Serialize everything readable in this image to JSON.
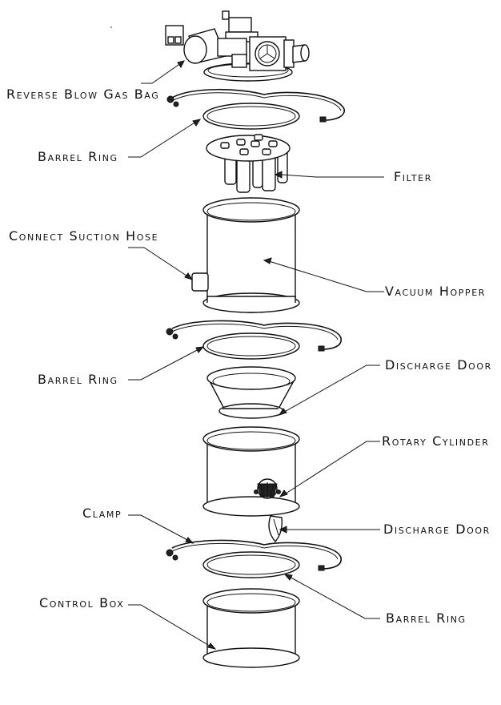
{
  "diagram": {
    "title": "",
    "labels": {
      "reverse_blow_gas_bag": "Reverse Blow Gas Bag",
      "barrel_ring_1": "Barrel Ring",
      "filter": "Filter",
      "connect_suction_hose": "Connect Suction Hose",
      "vacuum_hopper": "Vacuum Hopper",
      "barrel_ring_2": "Barrel Ring",
      "discharge_door_1": "Discharge Door",
      "rotary_cylinder": "Rotary Cylinder",
      "clamp": "Clamp",
      "discharge_door_2": "Discharge Door",
      "control_box": "Control Box",
      "barrel_ring_3": "Barrel Ring"
    },
    "parts_top_to_bottom": [
      "Valve assembly / Reverse Blow Gas Bag",
      "Clamp",
      "Barrel Ring",
      "Filter",
      "Vacuum Hopper",
      "Clamp",
      "Barrel Ring",
      "Discharge Door",
      "Rotary Cylinder housing",
      "Discharge Door",
      "Clamp",
      "Barrel Ring",
      "Control Box"
    ]
  }
}
